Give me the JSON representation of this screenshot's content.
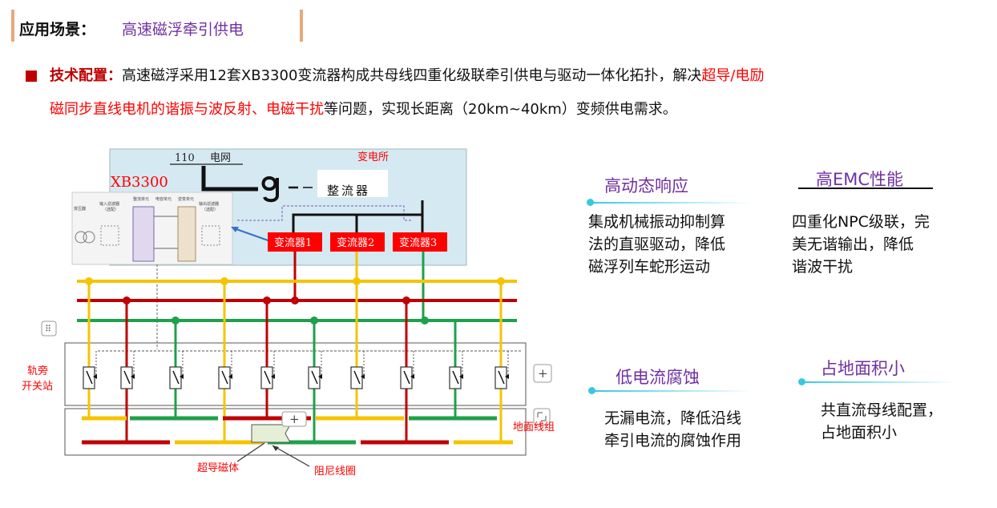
{
  "header": {
    "label": "应用场景：",
    "value": "高速磁浮牵引供电"
  },
  "tech": {
    "label": "技术配置：",
    "text1": "高速磁浮采用12套XB3300变流器构成共母线四重化级联牵引供电与驱动一体化拓扑，解决",
    "highlight1": "超导/电励",
    "highlight2": "磁同步直线电机的谐振与波反射、电磁干扰",
    "text2": "等问题，实现长距离（20km~40km）变频供电需求。"
  },
  "diagram": {
    "grid_label_110": "110",
    "grid_label_power": "电网",
    "substation": "变电所",
    "model": "XB3300",
    "rectifier": "整流器",
    "converters": [
      "变流器1",
      "变流器2",
      "变流器3"
    ],
    "trackside_switch_station": [
      "轨旁",
      "开关站"
    ],
    "ground_coil_group": "地面线组",
    "superconducting_magnet": "超导磁体",
    "damping_coil": "阻尼线圈",
    "plus_symbol": "+",
    "inset_labels": [
      "整流单元",
      "电容单元",
      "逆变单元",
      "输入滤波器",
      "（选配）",
      "输出滤波器",
      "（选配）",
      "变压器"
    ]
  },
  "features": [
    {
      "title": "高动态响应",
      "body": [
        "集成机械振动抑制算",
        "法的直驱驱动，降低",
        "磁浮列车蛇形运动"
      ]
    },
    {
      "title": "高EMC性能",
      "body": [
        "四重化NPC级联，完",
        "美无谐输出，降低",
        "谐波干扰"
      ]
    },
    {
      "title": "低电流腐蚀",
      "body": [
        "无漏电流，降低沿线",
        "牵引电流的腐蚀作用"
      ]
    },
    {
      "title": "占地面积小",
      "body": [
        "共直流母线配置，",
        "占地面积小"
      ]
    }
  ],
  "colors": {
    "yellow_bus": "#f5c400",
    "red_bus": "#c00000",
    "green_bus": "#1fa04a",
    "title_purple": "#7030a0",
    "accent_cyan": "#37c8e0"
  }
}
